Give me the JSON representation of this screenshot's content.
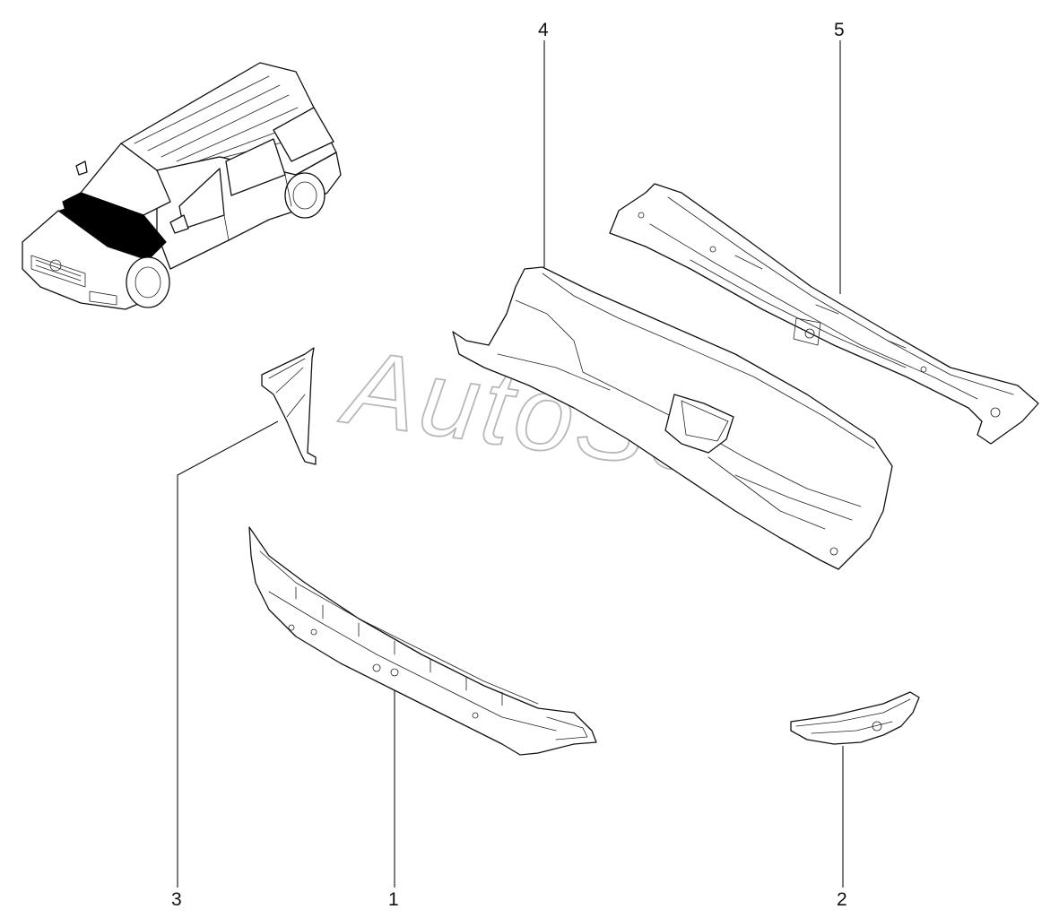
{
  "watermark": "AutoSoft",
  "callouts": [
    {
      "id": "1",
      "label": "1"
    },
    {
      "id": "2",
      "label": "2"
    },
    {
      "id": "3",
      "label": "3"
    },
    {
      "id": "4",
      "label": "4"
    },
    {
      "id": "5",
      "label": "5"
    }
  ],
  "colors": {
    "line": "#111111",
    "watermark": "#b8b8b8",
    "highlight": "#000000"
  }
}
